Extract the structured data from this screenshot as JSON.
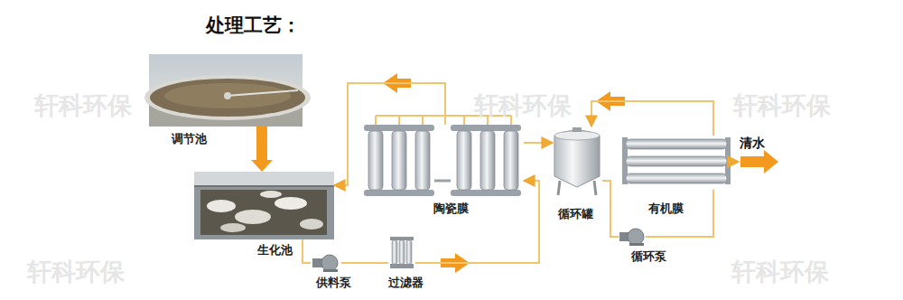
{
  "diagram": {
    "title": "处理工艺：",
    "nodes": [
      {
        "text": [
          "调节池"
        ]
      },
      {
        "text": [
          "生化池"
        ]
      },
      {
        "text": [
          "供料泵"
        ]
      },
      {
        "text": [
          "过滤器"
        ]
      },
      {
        "text": [
          "陶瓷膜"
        ]
      },
      {
        "text": [
          "循环罐"
        ]
      },
      {
        "text": [
          "循环泵"
        ]
      },
      {
        "text": [
          "有机膜"
        ]
      },
      {
        "text": [
          "清水"
        ]
      }
    ],
    "edges": [
      {
        "from": 0,
        "to": 1,
        "arrow": "to"
      },
      {
        "from": 1,
        "to": 2,
        "arrow": "none"
      },
      {
        "from": 2,
        "to": 3,
        "arrow": "none"
      },
      {
        "from": 3,
        "to": 4,
        "arrow": "to"
      },
      {
        "from": 4,
        "to": 1,
        "arrow": "to"
      },
      {
        "from": 4,
        "to": 5,
        "arrow": "to"
      },
      {
        "from": 5,
        "to": 6,
        "arrow": "none"
      },
      {
        "from": 6,
        "to": 7,
        "arrow": "none"
      },
      {
        "from": 7,
        "to": 5,
        "arrow": "to"
      },
      {
        "from": 7,
        "to": 8,
        "arrow": "to"
      }
    ],
    "labels": [
      "轩科环保",
      "轩科环保",
      "轩科环保",
      "轩科环保",
      "轩科环保"
    ]
  }
}
